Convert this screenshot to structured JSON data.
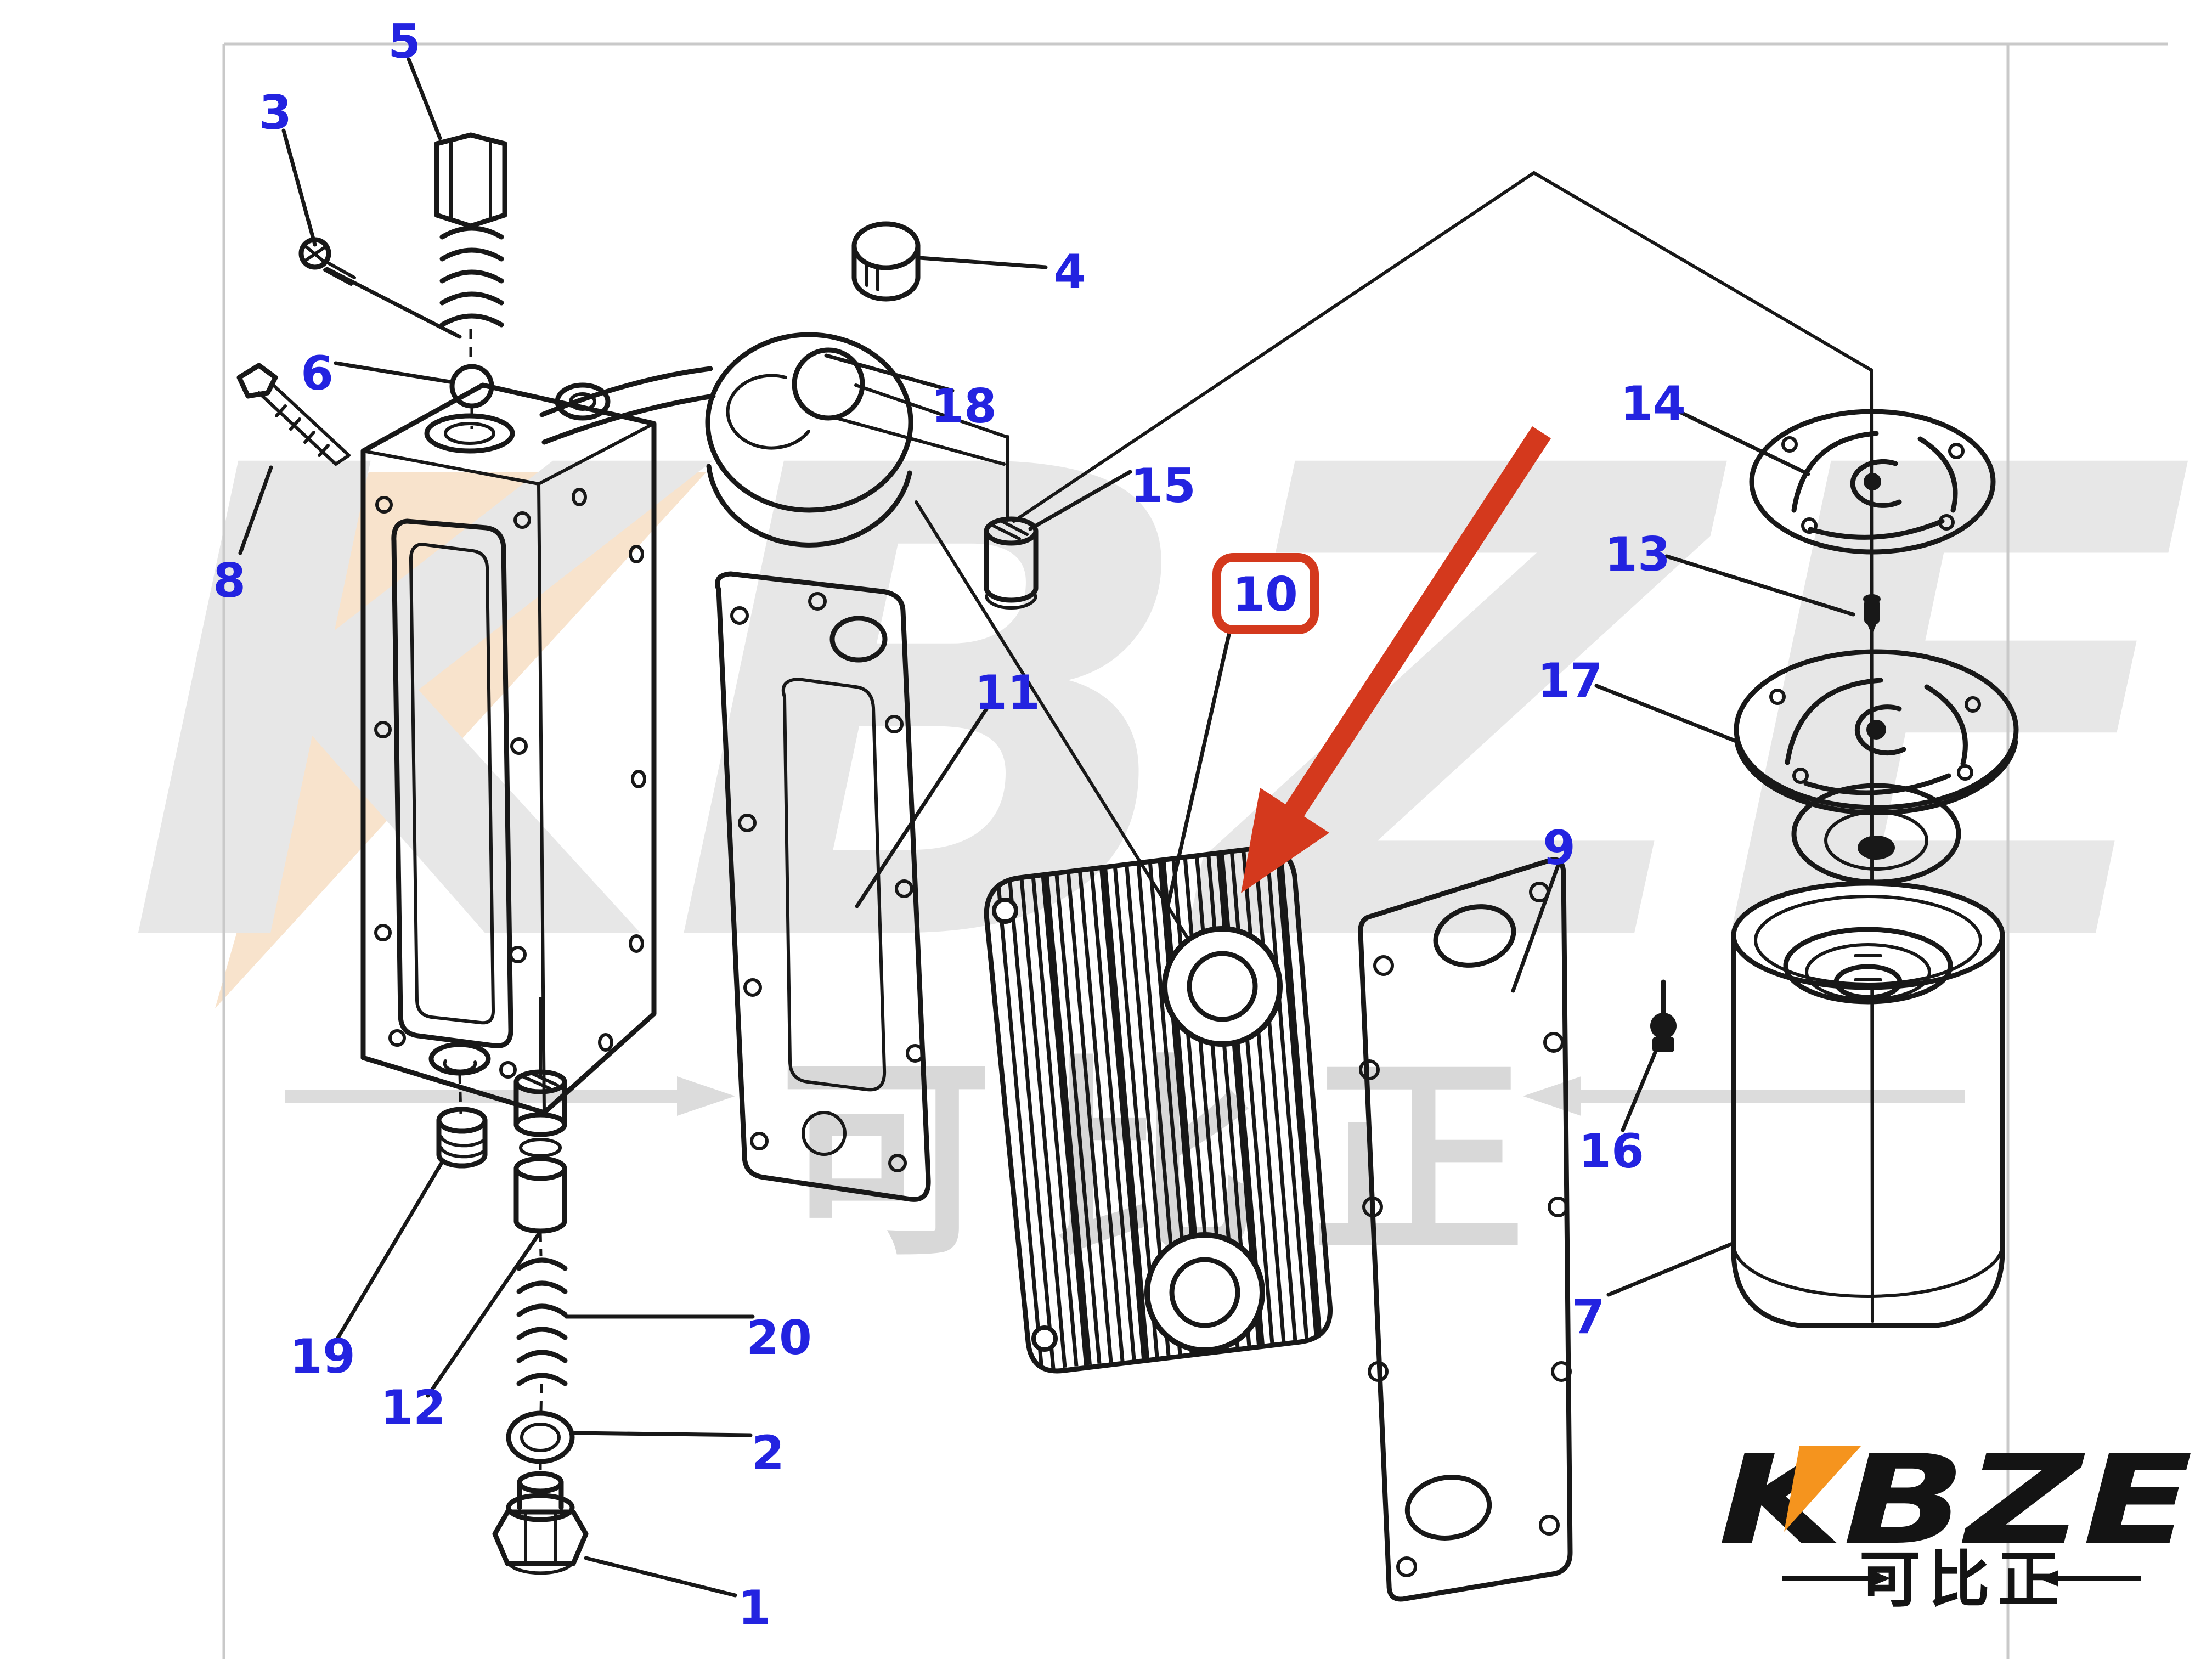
{
  "canvas": {
    "background": "#ffffff",
    "border_color": "#c9c9c9"
  },
  "diagram": {
    "type": "exploded-parts-diagram",
    "subject": "engine oil cooler assembly line drawing",
    "line_color": "#181818",
    "callout_color": "#2323e0",
    "callouts": [
      {
        "number": "1"
      },
      {
        "number": "2"
      },
      {
        "number": "3"
      },
      {
        "number": "4"
      },
      {
        "number": "5"
      },
      {
        "number": "6"
      },
      {
        "number": "7"
      },
      {
        "number": "8"
      },
      {
        "number": "9"
      },
      {
        "number": "10"
      },
      {
        "number": "11"
      },
      {
        "number": "12"
      },
      {
        "number": "13"
      },
      {
        "number": "14"
      },
      {
        "number": "15"
      },
      {
        "number": "16"
      },
      {
        "number": "17"
      },
      {
        "number": "18"
      },
      {
        "number": "19"
      },
      {
        "number": "20"
      }
    ],
    "highlight": {
      "part_number": "10",
      "box_color": "#d4391d"
    },
    "pointer_arrow": {
      "color": "#d4391d"
    }
  },
  "watermark": {
    "text": "KBZE",
    "tagline": "可比正",
    "letter_color": "#e7e7e7",
    "wedge_color": "#f8e3cc",
    "tagline_color": "#d8d8d8"
  },
  "brand_logo": {
    "text": "KBZE",
    "tagline": "可比正",
    "text_color": "#141414",
    "wedge_color": "#f5941e"
  }
}
